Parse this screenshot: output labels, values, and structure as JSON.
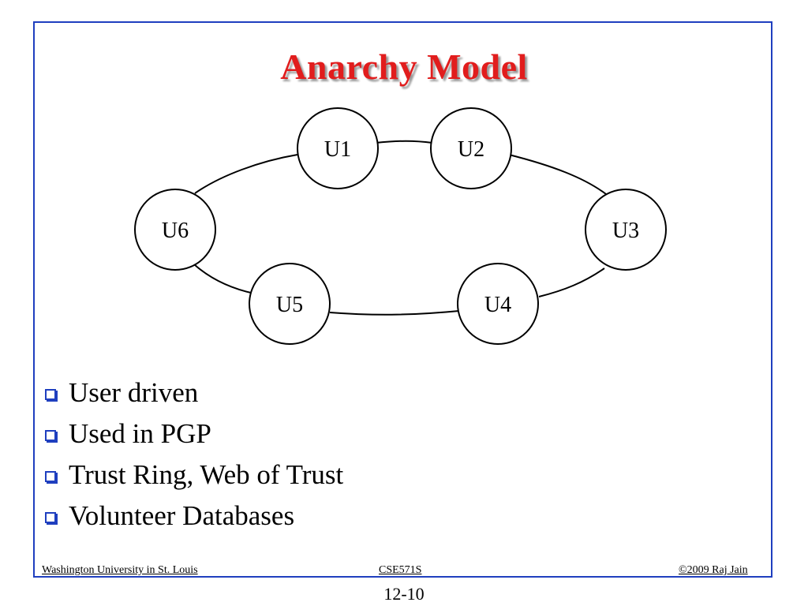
{
  "title": "Anarchy Model",
  "diagram": {
    "nodes": [
      "U1",
      "U2",
      "U3",
      "U4",
      "U5",
      "U6"
    ]
  },
  "bullets": [
    "User driven",
    "Used in PGP",
    "Trust Ring, Web of Trust",
    "Volunteer Databases"
  ],
  "footer": {
    "left": "Washington University in St. Louis",
    "center": "CSE571S",
    "right": "©2009 Raj Jain"
  },
  "page_number": "12-10",
  "colors": {
    "title": "#e11d1d",
    "frame": "#1f3fbf",
    "bullet_icon": "#1f3fbf"
  }
}
